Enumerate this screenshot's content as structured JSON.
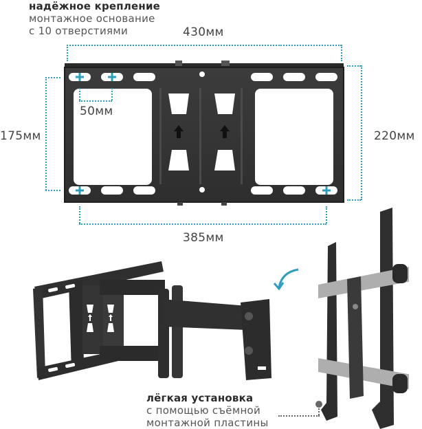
{
  "header": {
    "title": "надёжное крепление",
    "line1": "монтажное основание",
    "line2": "с 10 отверстиями"
  },
  "dimensions": {
    "top_width": "430мм",
    "bottom_width": "385мм",
    "left_height": "175мм",
    "right_height": "220мм",
    "hole_spacing": "50мм"
  },
  "footer": {
    "title": "лёгкая установка",
    "line1": "с помощью съёмной",
    "line2": "монтажной пластины"
  },
  "colors": {
    "accent": "#2a9fc0",
    "metal": "#3a3a3a",
    "bar": "#b0b0b0"
  }
}
